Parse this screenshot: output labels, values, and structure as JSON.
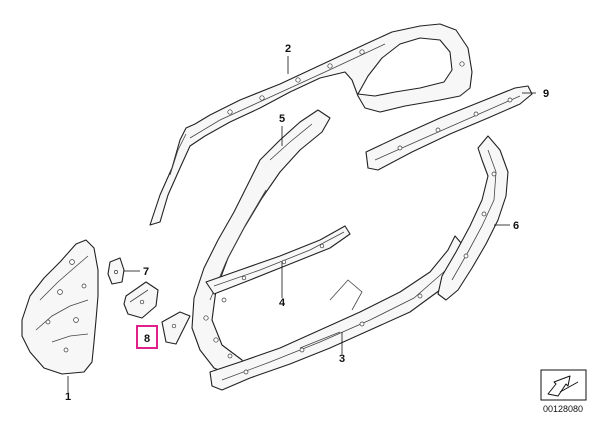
{
  "callouts": [
    {
      "id": "1",
      "label": "1"
    },
    {
      "id": "2",
      "label": "2"
    },
    {
      "id": "3",
      "label": "3"
    },
    {
      "id": "4",
      "label": "4"
    },
    {
      "id": "5",
      "label": "5"
    },
    {
      "id": "6",
      "label": "6"
    },
    {
      "id": "7",
      "label": "7"
    },
    {
      "id": "8",
      "label": "8",
      "highlighted": true,
      "highlight_color": "#e0218a"
    },
    {
      "id": "9",
      "label": "9"
    }
  ],
  "reference_code": "00128080",
  "colors": {
    "line": "#222222",
    "fill": "#f7f7f7",
    "highlight": "#e0218a"
  }
}
